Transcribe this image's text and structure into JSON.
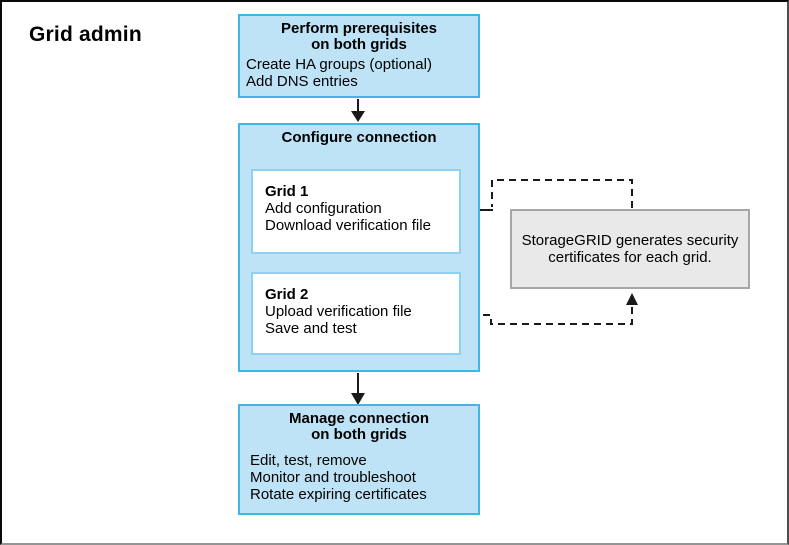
{
  "title": "Grid admin",
  "colors": {
    "box_fill": "#bee3f6",
    "box_border": "#41b6e6",
    "inner_border": "#8dd2f2",
    "note_fill": "#e9e9e9",
    "note_border": "#a6a6a6",
    "connector": "#1a1a1a"
  },
  "prerequisites": {
    "title": "Perform prerequisites on both grids",
    "title_lines": [
      "Perform prerequisites",
      "on both grids"
    ],
    "items": [
      "Create HA groups (optional)",
      "Add DNS entries"
    ]
  },
  "configure": {
    "title": "Configure connection",
    "grid1": {
      "title": "Grid 1",
      "items": [
        "Add configuration",
        "Download verification file"
      ]
    },
    "grid2": {
      "title": "Grid 2",
      "items": [
        "Upload verification file",
        "Save and test"
      ]
    }
  },
  "manage": {
    "title": "Manage connection on both grids",
    "title_lines": [
      "Manage connection",
      "on both grids"
    ],
    "items": [
      "Edit, test, remove",
      "Monitor and troubleshoot",
      "Rotate expiring certificates"
    ]
  },
  "note": {
    "text": "StorageGRID generates security certificates for each grid.",
    "lines": [
      "StorageGRID generates security",
      "certificates for each grid."
    ]
  }
}
